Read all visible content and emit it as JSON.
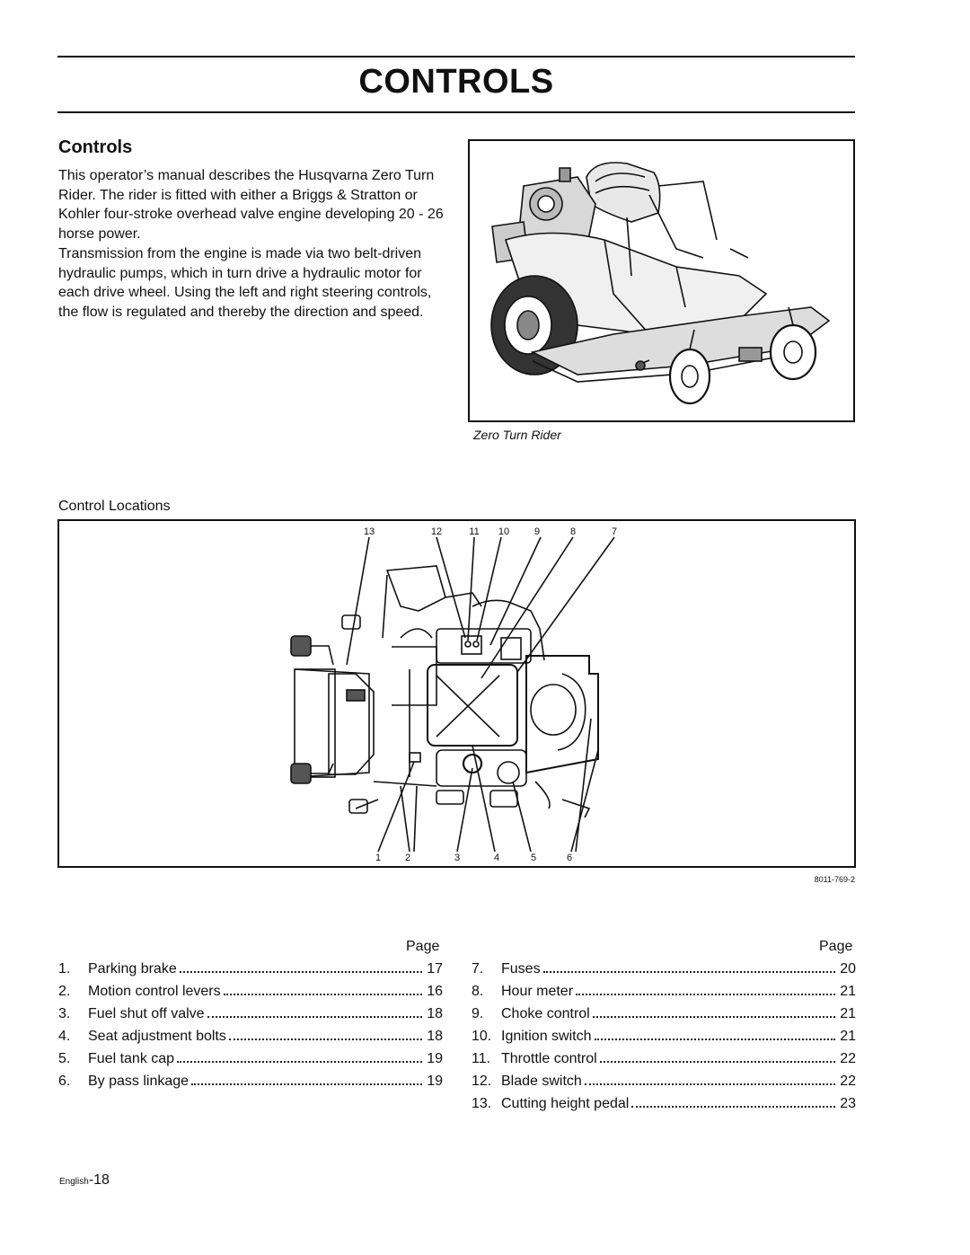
{
  "header": {
    "title": "CONTROLS"
  },
  "intro": {
    "heading": "Controls",
    "paragraph1": "This operator’s manual describes the Husqvarna Zero Turn Rider. The rider is fitted with either a Briggs & Stratton or Kohler four-stroke overhead valve engine developing 20 - 26 horse power.",
    "paragraph2": "Transmission from the engine is made via two belt-driven hydraulic pumps, which in turn drive a hydraulic motor for each drive wheel. Using the left and right steering controls, the flow is regulated and thereby the direction and speed."
  },
  "figure1": {
    "caption": "Zero Turn Rider"
  },
  "figure2": {
    "label": "Control Locations",
    "part_code": "8011-769-2",
    "callouts_top": [
      "13",
      "12",
      "11",
      "10",
      "9",
      "8",
      "7"
    ],
    "callouts_bottom": [
      "1",
      "2",
      "3",
      "4",
      "5",
      "6"
    ]
  },
  "controls_list": {
    "page_header": "Page",
    "left": [
      {
        "num": "1.",
        "label": "Parking brake",
        "page": "17"
      },
      {
        "num": "2.",
        "label": "Motion control levers",
        "page": "16"
      },
      {
        "num": "3.",
        "label": "Fuel shut off valve",
        "page": "18"
      },
      {
        "num": "4.",
        "label": "Seat adjustment bolts",
        "page": "18"
      },
      {
        "num": "5.",
        "label": "Fuel tank cap",
        "page": "19"
      },
      {
        "num": "6.",
        "label": "By pass linkage",
        "page": "19"
      }
    ],
    "right": [
      {
        "num": "7.",
        "label": "Fuses",
        "page": "20"
      },
      {
        "num": "8.",
        "label": "Hour meter",
        "page": "21"
      },
      {
        "num": "9.",
        "label": "Choke control",
        "page": "21"
      },
      {
        "num": "10.",
        "label": "Ignition switch",
        "page": "21"
      },
      {
        "num": "11.",
        "label": "Throttle control",
        "page": "22"
      },
      {
        "num": "12.",
        "label": "Blade switch",
        "page": "22"
      },
      {
        "num": "13.",
        "label": "Cutting height pedal",
        "page": "23"
      }
    ]
  },
  "footer": {
    "language": "English",
    "page_number": "-18"
  }
}
